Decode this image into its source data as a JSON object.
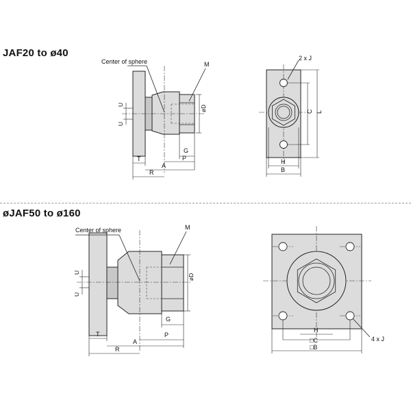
{
  "sections": [
    {
      "heading": "JAF20 to ø40",
      "callouts": {
        "center_of_sphere": "Center of sphere",
        "thread": "M",
        "holes": "2 x J"
      },
      "dimension_labels": {
        "U_upper": "U",
        "U_lower": "U",
        "diameter": "øD",
        "T": "T",
        "A": "A",
        "R": "R",
        "G": "G",
        "P": "P",
        "C": "C",
        "L": "L",
        "H": "H",
        "B": "B"
      }
    },
    {
      "heading": "øJAF50 to ø160",
      "callouts": {
        "center_of_sphere": "Center of sphere",
        "thread": "M",
        "holes": "4 x J"
      },
      "dimension_labels": {
        "U_upper": "U",
        "U_lower": "U",
        "diameter": "øD",
        "T": "T",
        "A": "A",
        "R": "R",
        "G": "G",
        "P": "P",
        "H": "H",
        "C": "□C",
        "B": "□B"
      }
    }
  ]
}
